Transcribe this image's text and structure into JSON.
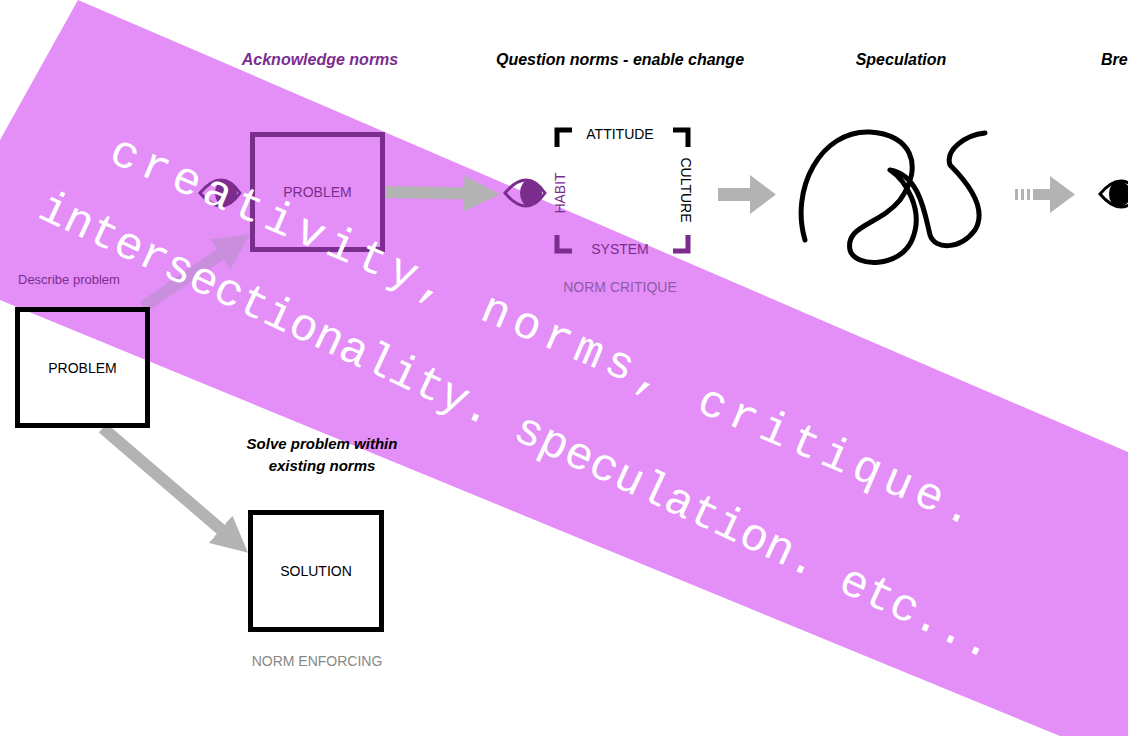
{
  "diagram": {
    "nodes": [
      {
        "text": [
          "PROBLEM"
        ]
      },
      {
        "text": [
          "PROBLEM"
        ]
      },
      {
        "text": [
          "ATTITUDE",
          "HABIT",
          "CULTURE",
          "SYSTEM"
        ]
      },
      {
        "text": [
          "SOLUTION"
        ]
      }
    ],
    "edges": [
      {
        "from": 0,
        "to": 1,
        "arrow": "to"
      },
      {
        "from": 0,
        "to": 3,
        "arrow": "to"
      },
      {
        "from": 1,
        "to": 2,
        "arrow": "to"
      }
    ],
    "labels": [
      "Acknowledge norms",
      "Question norms - enable change",
      "Speculation",
      "Bre",
      "Describe problem",
      "NORM CRITIQUE",
      "Solve problem within existing norms",
      "NORM ENFORCING",
      "creativity, norms, critique.",
      "intersectionality. speculation. etc..."
    ]
  }
}
